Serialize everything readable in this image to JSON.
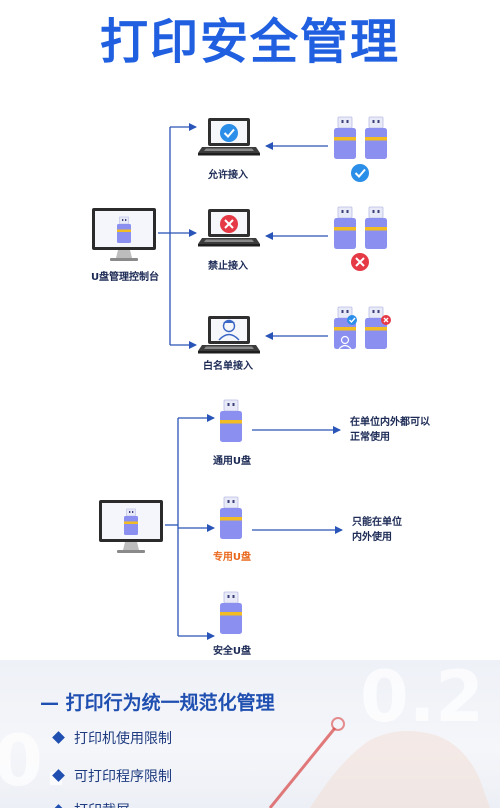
{
  "header": {
    "title": "打印安全管理"
  },
  "top_section": {
    "console_label": "U盘管理控制台",
    "branches": [
      {
        "label": "允许接入"
      },
      {
        "label": "禁止接入"
      },
      {
        "label": "白名单接入"
      }
    ]
  },
  "middle_section": {
    "types": [
      {
        "label": "通用U盘",
        "note": [
          "在单位内外都可以",
          "正常使用"
        ]
      },
      {
        "label": "专用U盘",
        "note": [
          "只能在单位",
          "内外使用"
        ]
      },
      {
        "label": "安全U盘"
      }
    ]
  },
  "bottom_section": {
    "heading": "— 打印行为统一规范化管理",
    "bullets": [
      "打印机使用限制",
      "可打印程序限制",
      "打印截屏"
    ]
  },
  "colors": {
    "title_blue": "#1f5fe0",
    "usb_purple": "#8b8ff0",
    "usb_band": "#f2bd22",
    "ok_blue": "#2b8ee8",
    "deny_red": "#e53946",
    "special_orange": "#e9681c"
  }
}
